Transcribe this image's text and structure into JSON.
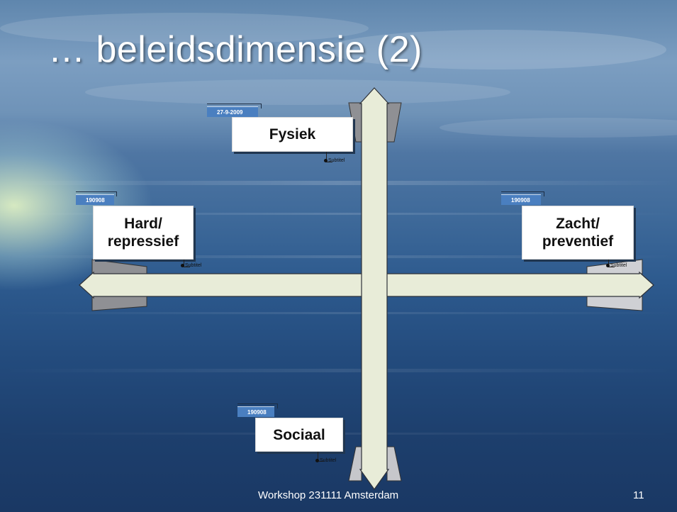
{
  "slide": {
    "title": "… beleidsdimensie (2)",
    "footer": "Workshop 231111 Amsterdam",
    "page_number": "11"
  },
  "diagram": {
    "top": {
      "tab": "27-9-2009",
      "label": "Fysiek",
      "subtitle": "Subtitel"
    },
    "left": {
      "tab": "190908",
      "label_line1": "Hard/",
      "label_line2": "repressief",
      "subtitle": "Subtitel"
    },
    "right": {
      "tab": "190908",
      "label_line1": "Zacht/",
      "label_line2": "preventief",
      "subtitle": "Subtitel"
    },
    "bottom": {
      "tab": "190908",
      "label": "Sociaal",
      "subtitle": "Subtitel"
    }
  },
  "colors": {
    "arrow_fill": "#e8ecd8",
    "tab_blue": "#4a7fc0",
    "fin_dark": "#8f9094",
    "fin_light": "#cfd0d4"
  }
}
